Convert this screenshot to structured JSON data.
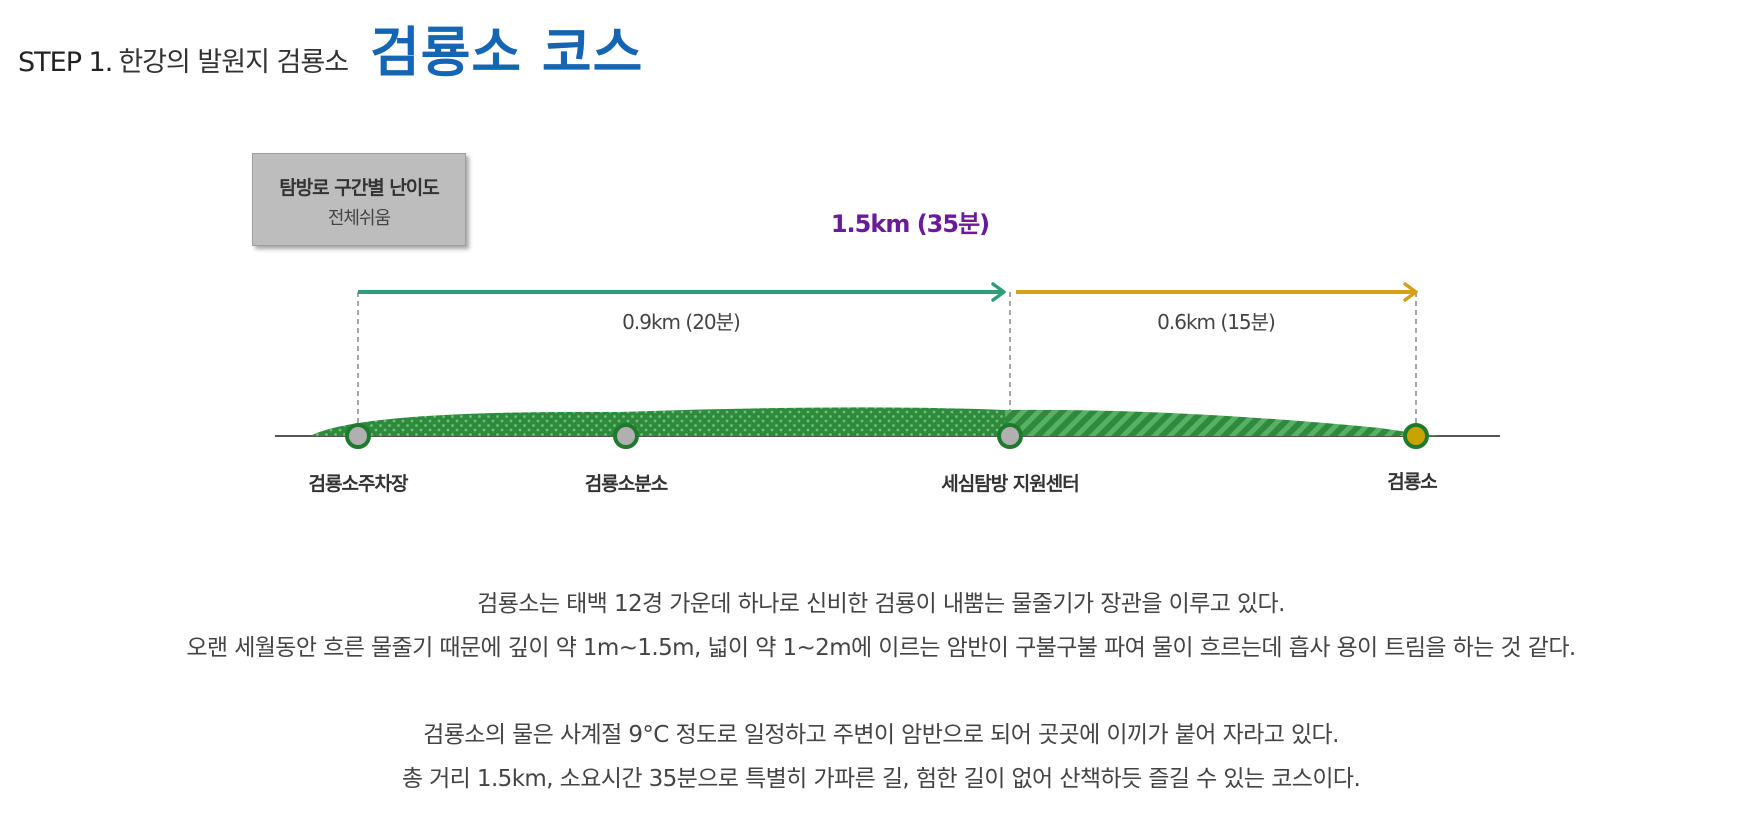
{
  "header": {
    "step": "STEP 1.",
    "subtitle": "한강의 발원지 검룡소",
    "title": "검룡소 코스"
  },
  "difficulty": {
    "title": "탐방로 구간별 난이도",
    "value": "전체쉬움"
  },
  "route": {
    "total": "1.5km (35분)",
    "total_color": "#6a1b9a",
    "segments": [
      {
        "label": "0.9km (20분)",
        "color": "#2e9e7a",
        "from": 0,
        "to": 2
      },
      {
        "label": "0.6km (15분)",
        "color": "#d4a017",
        "from": 2,
        "to": 3
      }
    ],
    "stops": [
      {
        "name": "검룡소주차장",
        "marker": "gray"
      },
      {
        "name": "검룡소분소",
        "marker": "gray"
      },
      {
        "name": "세심탐방 지원센터",
        "marker": "gray"
      },
      {
        "name": "검룡소",
        "marker": "gold"
      }
    ],
    "hill_color": "#2e8b3e"
  },
  "description": [
    "검룡소는 태백 12경 가운데 하나로 신비한 검룡이 내뿜는 물줄기가 장관을 이루고 있다.",
    "오랜 세월동안 흐른 물줄기 때문에 깊이 약 1m~1.5m, 넓이 약 1~2m에 이르는 암반이 구불구불 파여 물이 흐르는데 흡사 용이 트림을 하는 것 같다.",
    "검룡소의 물은 사계절 9°C 정도로 일정하고 주변이 암반으로 되어 곳곳에 이끼가 붙어 자라고 있다.",
    "총 거리 1.5km, 소요시간 35분으로 특별히 가파른 길, 험한 길이 없어 산책하듯 즐길 수 있는 코스이다."
  ]
}
